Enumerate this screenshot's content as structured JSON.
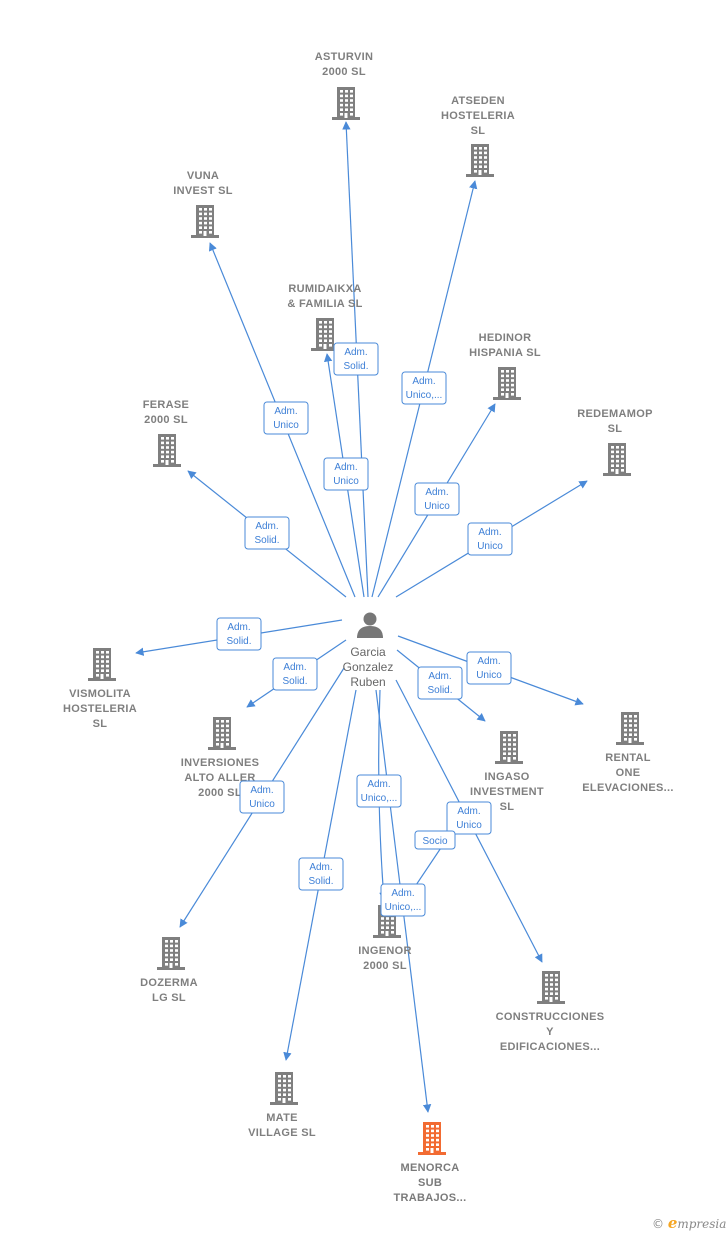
{
  "center": {
    "name": [
      "Garcia",
      "Gonzalez",
      "Ruben"
    ],
    "icon": "person-icon"
  },
  "colors": {
    "edge": "#4a8ad8",
    "company": "#7f7f7f",
    "highlight": "#f26b32"
  },
  "nodes": [
    {
      "id": "asturvin",
      "label": [
        "ASTURVIN",
        "2000  SL"
      ],
      "icon": "building-icon"
    },
    {
      "id": "atseden",
      "label": [
        "ATSEDEN",
        "HOSTELERIA",
        "SL"
      ],
      "icon": "building-icon"
    },
    {
      "id": "vuna",
      "label": [
        "VUNA",
        "INVEST  SL"
      ],
      "icon": "building-icon"
    },
    {
      "id": "rumidaikxa",
      "label": [
        "RUMIDAIKXA",
        "& FAMILIA  SL"
      ],
      "icon": "building-icon"
    },
    {
      "id": "hedinor",
      "label": [
        "HEDINOR",
        "HISPANIA  SL"
      ],
      "icon": "building-icon"
    },
    {
      "id": "redemamop",
      "label": [
        "REDEMAMOP",
        "SL"
      ],
      "icon": "building-icon"
    },
    {
      "id": "ferase",
      "label": [
        "FERASE",
        "2000  SL"
      ],
      "icon": "building-icon"
    },
    {
      "id": "vismolita",
      "label": [
        "VISMOLITA",
        "HOSTELERIA",
        "SL"
      ],
      "icon": "building-icon"
    },
    {
      "id": "inversiones",
      "label": [
        "INVERSIONES",
        "ALTO ALLER",
        "2000  SL"
      ],
      "icon": "building-icon"
    },
    {
      "id": "ingaso",
      "label": [
        "INGASO",
        "INVESTMENT",
        "SL"
      ],
      "icon": "building-icon"
    },
    {
      "id": "rental",
      "label": [
        "RENTAL",
        "ONE",
        "ELEVACIONES..."
      ],
      "icon": "building-icon"
    },
    {
      "id": "dozerma",
      "label": [
        "DOZERMA",
        "LG  SL"
      ],
      "icon": "building-icon"
    },
    {
      "id": "ingenor",
      "label": [
        "INGENOR",
        "2000  SL"
      ],
      "icon": "building-icon"
    },
    {
      "id": "construcciones",
      "label": [
        "CONSTRUCCIONES",
        "Y",
        "EDIFICACIONES..."
      ],
      "icon": "building-icon"
    },
    {
      "id": "mate",
      "label": [
        "MATE",
        "VILLAGE  SL"
      ],
      "icon": "building-icon"
    },
    {
      "id": "menorca",
      "label": [
        "MENORCA",
        "SUB",
        "TRABAJOS..."
      ],
      "icon": "building-icon",
      "highlight": true
    }
  ],
  "edges": [
    {
      "to": "asturvin",
      "label": [
        "Adm.",
        "Solid."
      ]
    },
    {
      "to": "atseden",
      "label": [
        "Adm.",
        "Unico,..."
      ]
    },
    {
      "to": "vuna",
      "label": [
        "Adm.",
        "Unico"
      ]
    },
    {
      "to": "rumidaikxa",
      "label": [
        "Adm.",
        "Unico"
      ]
    },
    {
      "to": "hedinor",
      "label": [
        "Adm.",
        "Unico"
      ]
    },
    {
      "to": "redemamop",
      "label": [
        "Adm.",
        "Unico"
      ]
    },
    {
      "to": "ferase",
      "label": [
        "Adm.",
        "Solid."
      ]
    },
    {
      "to": "vismolita",
      "label": [
        "Adm.",
        "Solid."
      ]
    },
    {
      "to": "inversiones",
      "label": [
        "Adm.",
        "Solid."
      ]
    },
    {
      "to": "ingaso",
      "label": [
        "Adm.",
        "Solid."
      ]
    },
    {
      "to": "rental",
      "label": [
        "Adm.",
        "Unico"
      ]
    },
    {
      "to": "dozerma",
      "label": [
        "Adm.",
        "Unico"
      ]
    },
    {
      "to": "ingenor",
      "label": [
        "Adm.",
        "Unico,..."
      ]
    },
    {
      "to": "construcciones",
      "label": [
        "Adm.",
        "Unico"
      ]
    },
    {
      "to": "mate",
      "label": [
        "Adm.",
        "Solid."
      ]
    },
    {
      "to": "menorca",
      "label": [
        "Adm.",
        "Unico,..."
      ]
    },
    {
      "from": "ingenor",
      "to": "ingaso",
      "label": [
        "Socio"
      ]
    }
  ],
  "brand": {
    "copyright": "©",
    "name_initial": "e",
    "name_rest": "mpresia"
  }
}
